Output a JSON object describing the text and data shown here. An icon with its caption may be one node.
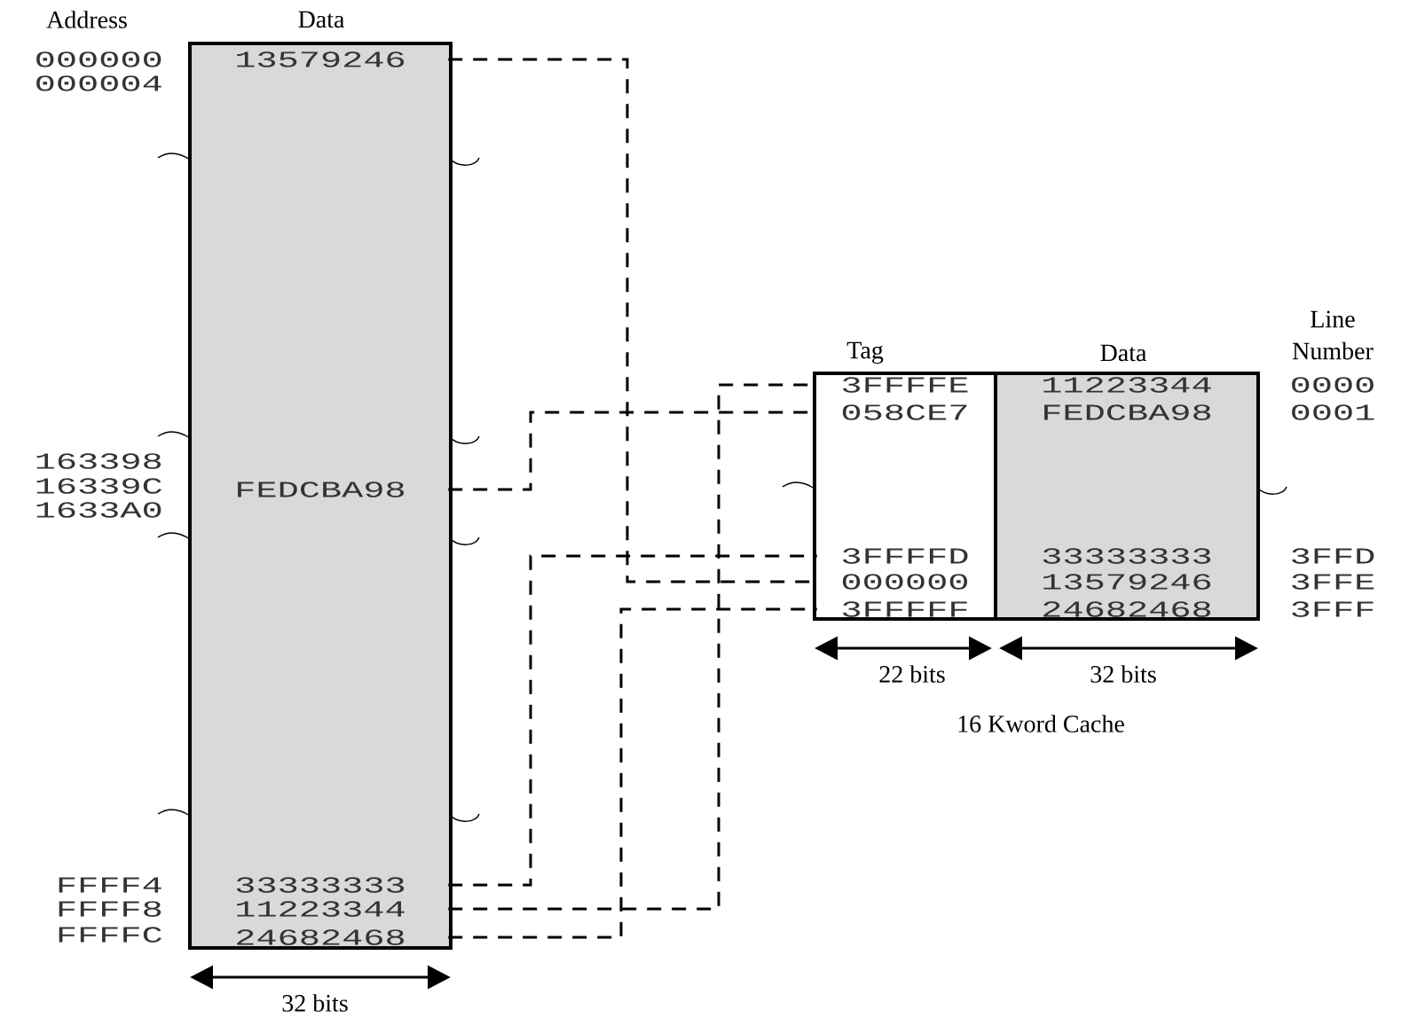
{
  "diagram": {
    "nodes": [
      {
        "text": [
          "Data"
        ]
      },
      {
        "text": [
          "13579246"
        ],
        "in": 0
      },
      {
        "text": [
          "FEDCBA98"
        ],
        "in": 0
      },
      {
        "text": [
          "33333333"
        ],
        "in": 0
      },
      {
        "text": [
          "11223344"
        ],
        "in": 0
      },
      {
        "text": [
          "24682468"
        ],
        "in": 0
      },
      {
        "text": [
          "Tag"
        ]
      },
      {
        "text": [
          "3FFFFE"
        ],
        "in": 6
      },
      {
        "text": [
          "058CE7"
        ],
        "in": 6
      },
      {
        "text": [
          "3FFFFD"
        ],
        "in": 6
      },
      {
        "text": [
          "000000"
        ],
        "in": 6
      },
      {
        "text": [
          "3FFFFF"
        ],
        "in": 6
      },
      {
        "text": [
          "Data"
        ]
      },
      {
        "text": [
          "11223344"
        ],
        "in": 12
      },
      {
        "text": [
          "FEDCBA98"
        ],
        "in": 12
      },
      {
        "text": [
          "33333333"
        ],
        "in": 12
      },
      {
        "text": [
          "13579246"
        ],
        "in": 12
      },
      {
        "text": [
          "24682468"
        ],
        "in": 12
      }
    ],
    "edges": [
      {
        "from": 1,
        "to": 10,
        "arrow": "none",
        "style": "dashed"
      },
      {
        "from": 2,
        "to": 8,
        "arrow": "none",
        "style": "dashed"
      },
      {
        "from": 3,
        "to": 9,
        "arrow": "none",
        "style": "dashed"
      },
      {
        "from": 4,
        "to": 7,
        "arrow": "none",
        "style": "dashed"
      },
      {
        "from": 5,
        "to": 11,
        "arrow": "none",
        "style": "dashed"
      }
    ],
    "labels": [
      "Address",
      "000000",
      "000004",
      "163398",
      "16339C",
      "1633A0",
      "FFFF4",
      "FFFF8",
      "FFFFC",
      "32 bits",
      "Line Number",
      "0000",
      "0001",
      "3FFD",
      "3FFE",
      "3FFF",
      "22 bits",
      "32 bits",
      "16 Kword Cache"
    ]
  }
}
